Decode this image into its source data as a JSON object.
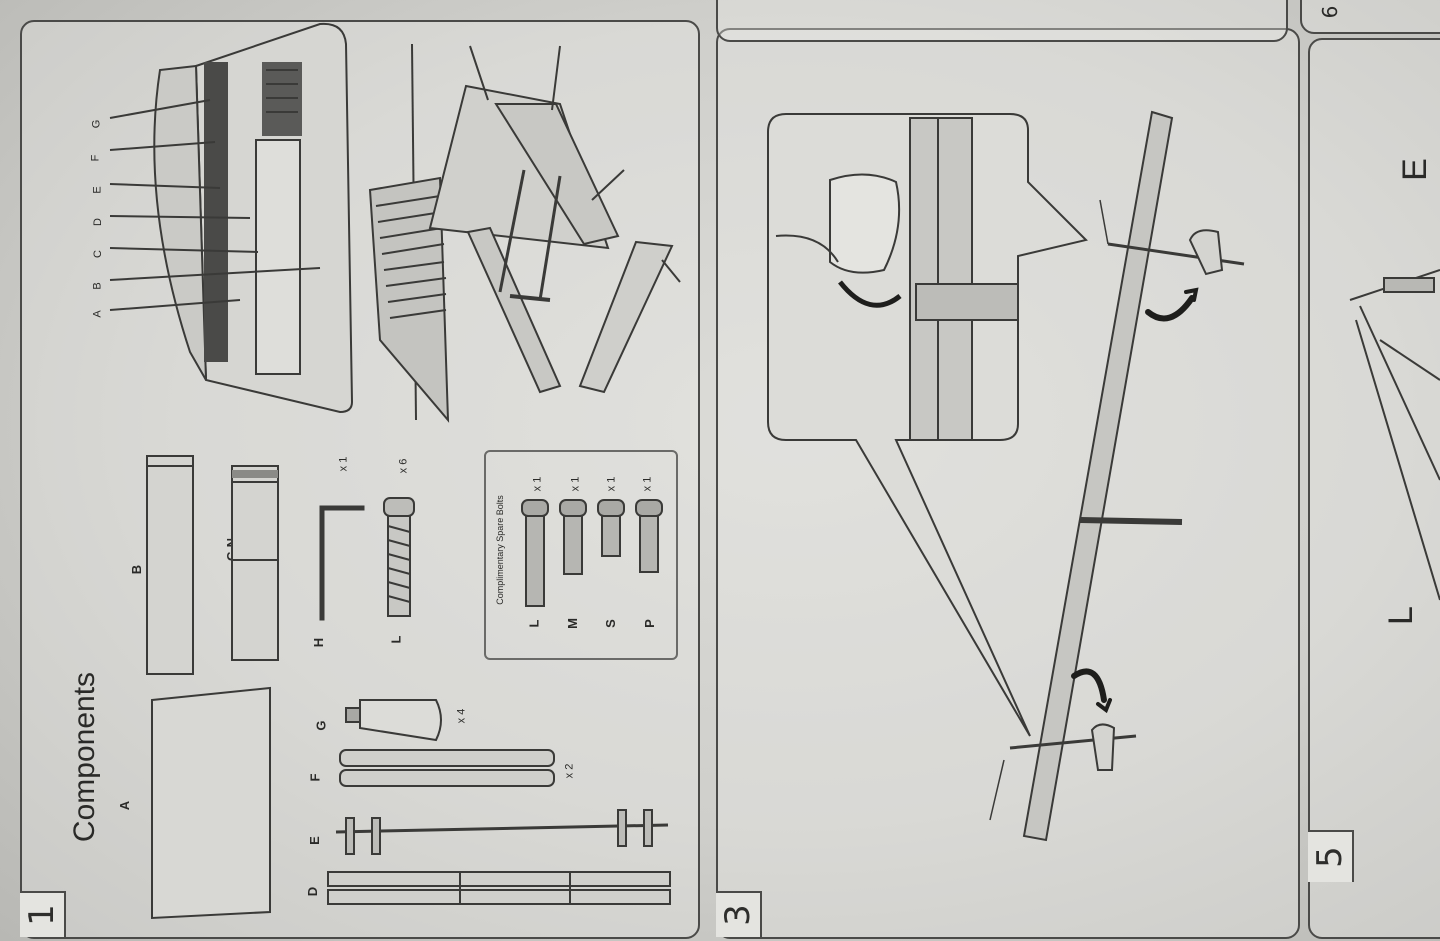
{
  "sheet": {
    "title": "Components",
    "step_numbers": [
      "1",
      "3",
      "5",
      "6"
    ],
    "edge_letters": [
      "E",
      "L"
    ]
  },
  "components": [
    {
      "id": "A",
      "label": "A",
      "qty": ""
    },
    {
      "id": "B",
      "label": "B",
      "qty": ""
    },
    {
      "id": "CN",
      "label": "C-N",
      "qty": ""
    },
    {
      "id": "D",
      "label": "D",
      "qty": ""
    },
    {
      "id": "E",
      "label": "E",
      "qty": ""
    },
    {
      "id": "F",
      "label": "F",
      "qty": "x 2"
    },
    {
      "id": "G",
      "label": "G",
      "qty": "x 4"
    },
    {
      "id": "H",
      "label": "H",
      "qty": "x 1"
    },
    {
      "id": "L",
      "label": "L",
      "qty": "x 6"
    }
  ],
  "spare_kit": {
    "title": "Complimentary Spare Bolts",
    "items": [
      {
        "label": "L",
        "qty": "x 1"
      },
      {
        "label": "M",
        "qty": "x 1"
      },
      {
        "label": "S",
        "qty": "x 1"
      },
      {
        "label": "P",
        "qty": "x 1"
      }
    ]
  },
  "diagram_callouts": [
    "A",
    "B",
    "C",
    "D",
    "E",
    "F",
    "G"
  ],
  "colors": {
    "line": "#3a3a38",
    "panel_border": "#4a4a48",
    "paper": "#d6d6d2",
    "arrow": "#1e1e1c"
  }
}
